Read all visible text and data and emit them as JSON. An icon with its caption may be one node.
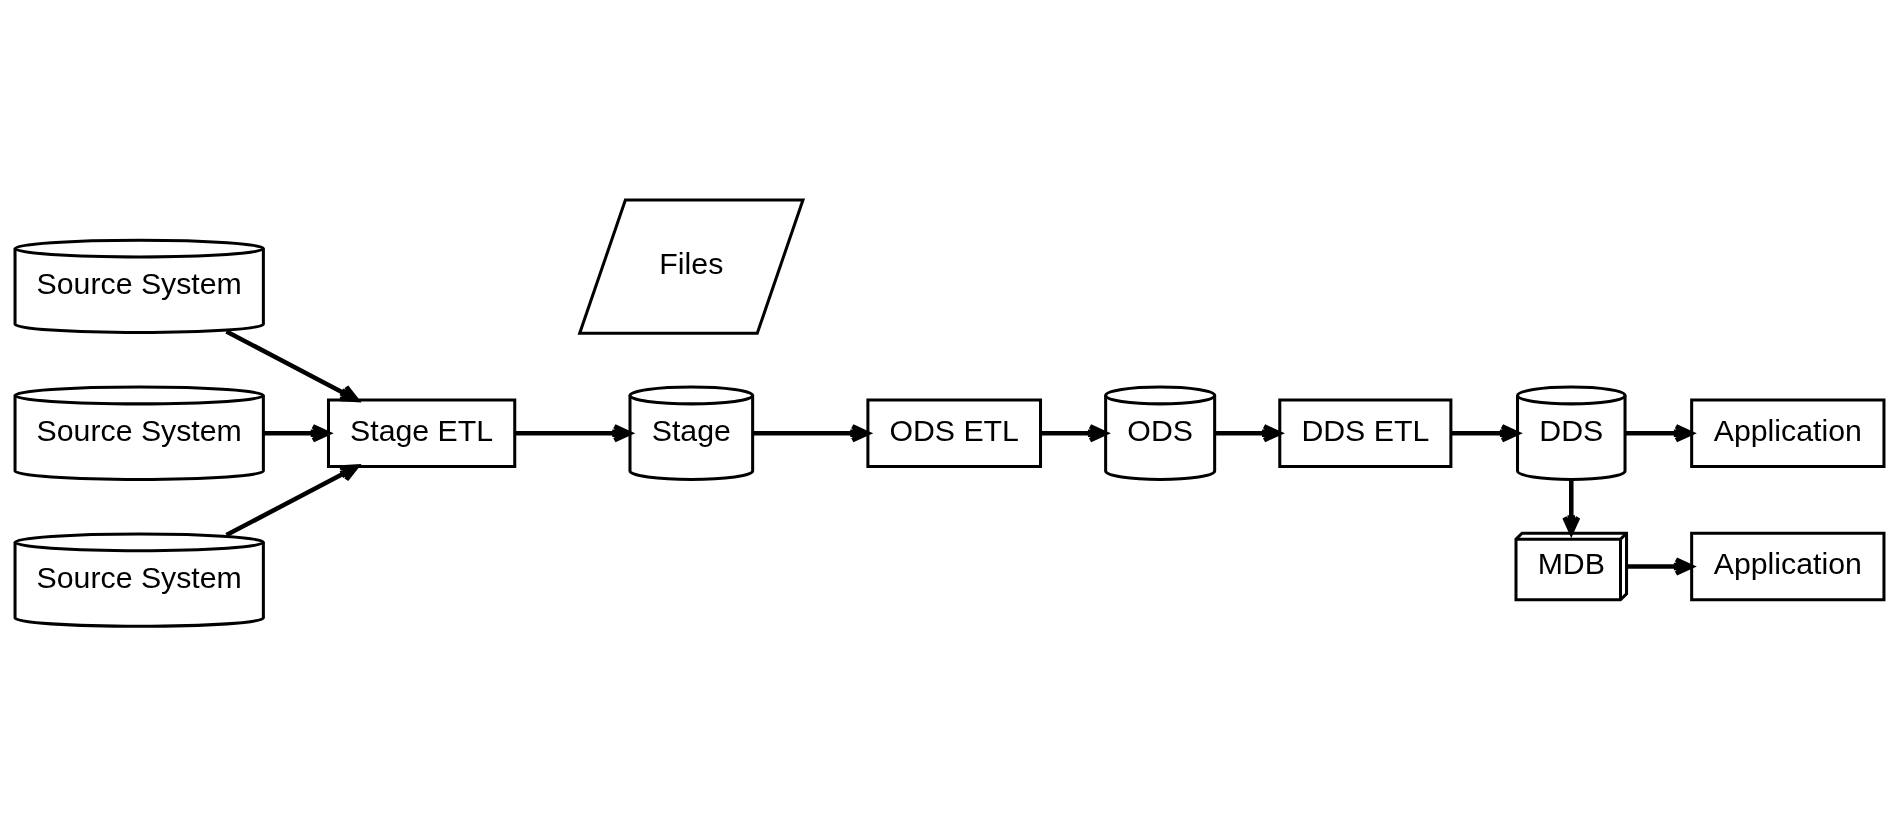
{
  "diagram": {
    "nodes": [
      {
        "text": [
          "Source System"
        ]
      },
      {
        "text": [
          "Source System"
        ]
      },
      {
        "text": [
          "Source System"
        ]
      },
      {
        "text": [
          "Stage ETL"
        ]
      },
      {
        "text": [
          "Stage"
        ]
      },
      {
        "text": [
          "Files"
        ]
      },
      {
        "text": [
          "ODS ETL"
        ]
      },
      {
        "text": [
          "ODS"
        ]
      },
      {
        "text": [
          "DDS ETL"
        ]
      },
      {
        "text": [
          "DDS"
        ]
      },
      {
        "text": [
          "Application"
        ]
      },
      {
        "text": [
          "MDB"
        ]
      },
      {
        "text": [
          "Application"
        ]
      }
    ],
    "edges": [
      {
        "from": 0,
        "to": 3,
        "arrow": "to"
      },
      {
        "from": 1,
        "to": 3,
        "arrow": "to"
      },
      {
        "from": 2,
        "to": 3,
        "arrow": "to"
      },
      {
        "from": 3,
        "to": 4,
        "arrow": "to"
      },
      {
        "from": 4,
        "to": 6,
        "arrow": "to"
      },
      {
        "from": 6,
        "to": 7,
        "arrow": "to"
      },
      {
        "from": 7,
        "to": 8,
        "arrow": "to"
      },
      {
        "from": 8,
        "to": 9,
        "arrow": "to"
      },
      {
        "from": 9,
        "to": 10,
        "arrow": "to"
      },
      {
        "from": 9,
        "to": 11,
        "arrow": "to"
      },
      {
        "from": 11,
        "to": 12,
        "arrow": "to"
      }
    ]
  }
}
